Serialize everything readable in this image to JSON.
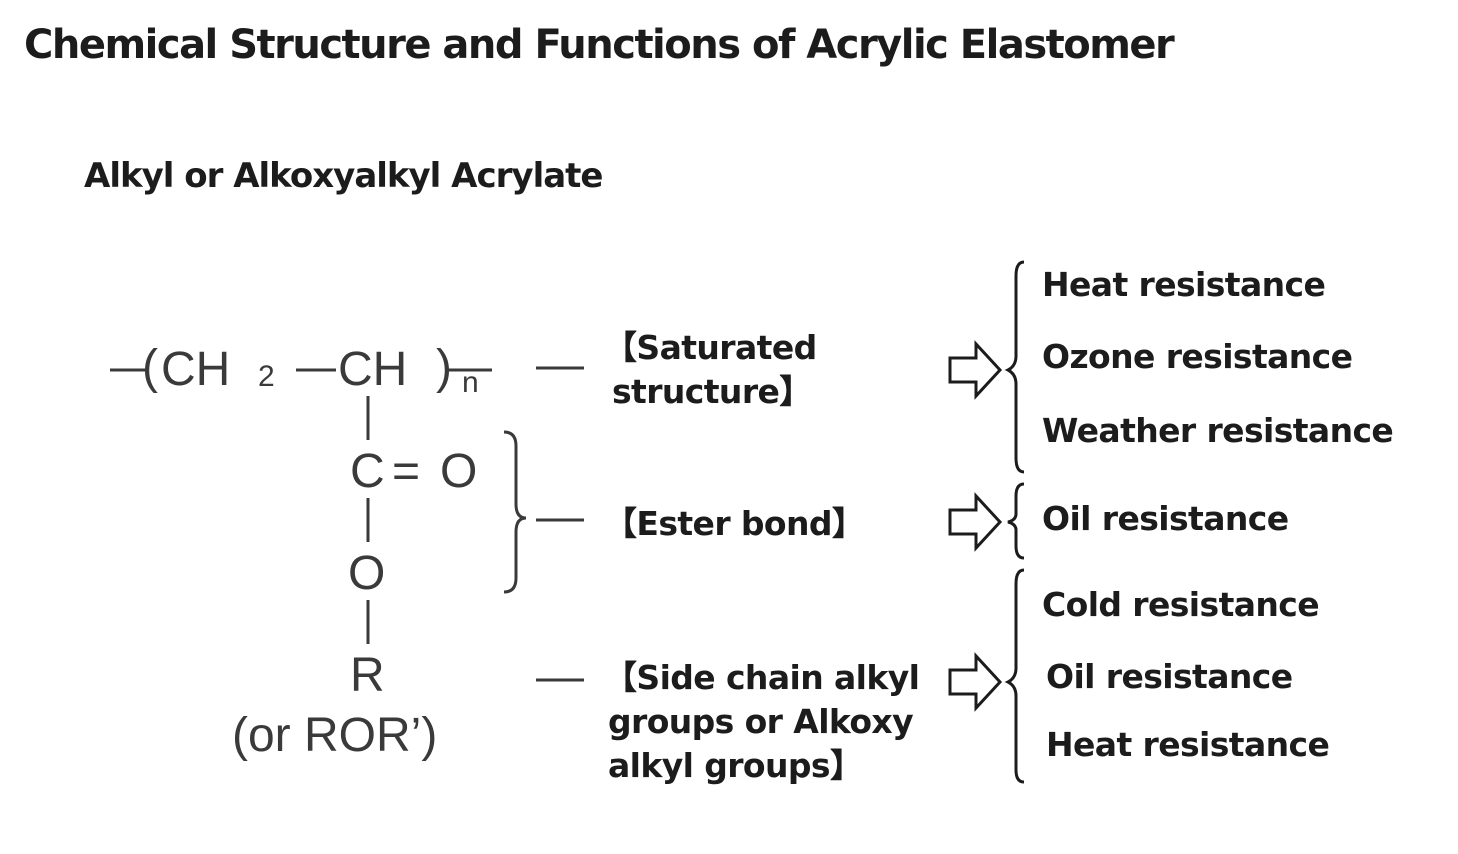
{
  "title": "Chemical Structure and Functions of Acrylic Elastomer",
  "subtitle": "Alkyl or Alkoxyalkyl Acrylate",
  "structure": {
    "left_paren": "(",
    "ch2": "CH",
    "ch2_sub": "2",
    "ch": "CH",
    "right_paren": ")",
    "n": "n",
    "c": "C",
    "eq": "=",
    "o_double": "O",
    "o": "O",
    "r": "R",
    "or_ror": "(or ROR’)"
  },
  "features": [
    {
      "label_lines": [
        "【Saturated",
        " structure】"
      ],
      "properties": [
        "Heat resistance",
        "Ozone resistance",
        "Weather resistance"
      ]
    },
    {
      "label_lines": [
        "【Ester bond】"
      ],
      "properties": [
        "Oil resistance"
      ]
    },
    {
      "label_lines": [
        "【Side chain alkyl",
        " groups or Alkoxy",
        " alkyl groups】"
      ],
      "properties": [
        "Cold resistance",
        "Oil resistance",
        "Heat resistance"
      ]
    }
  ]
}
